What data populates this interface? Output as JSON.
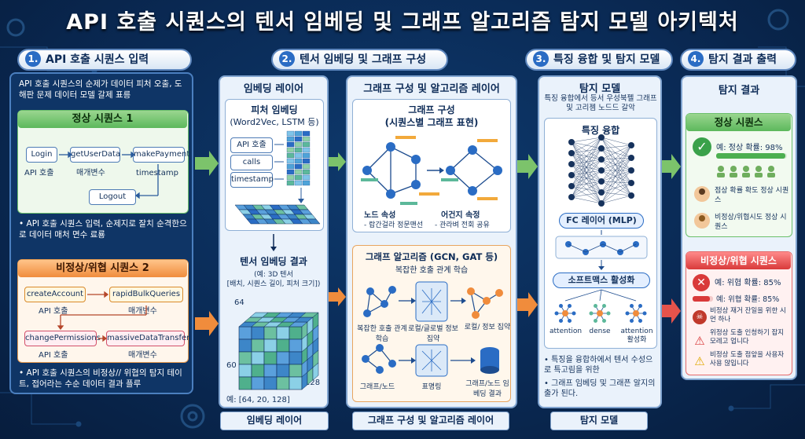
{
  "title": "API 호출 시퀀스의 텐서 임베딩 및 그래프 알고리즘 탐지 모델 아키텍처",
  "steps": [
    {
      "num": "1.",
      "label": "API 호출 시퀀스 입력"
    },
    {
      "num": "2.",
      "label": "텐서 임베딩 및 그래프 구성"
    },
    {
      "num": "3.",
      "label": "특징 융합 및 탐지 모델"
    },
    {
      "num": "4.",
      "label": "탐지 결과 출력"
    }
  ],
  "input": {
    "desc": "API 호출 시퀀스의 순제가 데이터 피처 오출, 도해판 문제 데이터 모델 갈제 표릉",
    "normal": {
      "title": "정상 시퀀스 1",
      "calls": [
        "Login",
        "getUserData",
        "makePayment",
        "Logout"
      ],
      "labels": [
        "API 호출",
        "매개변수",
        "timestamp"
      ],
      "bullet": "API 호출 시퀀스 입력, 순제지로 잘치 순격한으로 데이터 매처 면수 료룡"
    },
    "threat": {
      "title": "비정상/위협 시퀀스 2",
      "calls": [
        "createAccount",
        "rapidBulkQueries",
        "changePermissions",
        "massiveDataTransfer"
      ],
      "labels": [
        "API 호출",
        "매개변수",
        "API 호출",
        "매개변수"
      ],
      "bullet": "API 호출 시퀀스의 비정상//  위협의 탐지 테이트, 접어라는 수순 데이터 결과 플루"
    }
  },
  "embedding": {
    "header": "임베딩 레이어",
    "feature_title": "피처 임베딩",
    "feature_sub": "(Word2Vec, LSTM 등)",
    "features": [
      "API 호출",
      "calls",
      "timestamp"
    ],
    "result_title": "텐서 임베딩 결과",
    "result_sub1": "(예: 3D 텐서",
    "result_sub2": "[배치, 시퀀스 길이, 피처 크기])",
    "dim_a": "64",
    "dim_b": "60",
    "dim_c": "128",
    "example": "예: [64, 20, 128]",
    "footer": "임베딩 레이어"
  },
  "graph": {
    "header": "그래프 구성 및 알고리즘 레이어",
    "construct_title": "그래프 구성",
    "construct_sub": "(시퀀스별 그래프 표현)",
    "node_attr": "노드 속성",
    "node_attr_sub": "- 랍간걸라 정문맨선",
    "edge_attr": "어건지 속정",
    "edge_attr_sub": "- 관라벼 전회 공유",
    "algo_title": "그래프 알고리즘 (GCN, GAT 등)",
    "algo_sub": "복잡한 호출 관계 학습",
    "algo_labels": [
      "복잡한 호출 관계 학습",
      "로컬/글로벌 정보 집약",
      "로컬/ 정보 집약",
      "그래프/노드",
      "표명링",
      "그래프/노드 임베딩 결과"
    ],
    "footer": "그래프 구성 및 알고리즘 레이어"
  },
  "detect": {
    "header": "탐지 모델",
    "desc": "특징 융합에서 등서 우성북펠 그래프 및 고리젬 노드드 갈악",
    "fusion": "특징 융합",
    "fc": "FC 레이어 (MLP)",
    "softmax": "소프트맥스 활성화",
    "heads": [
      "attention",
      "dense",
      "attention 활성화"
    ],
    "bullets": [
      "특징을 융합하에서 텐서 수성으로 특고림을 위한",
      "그래프 임베딩 및 그래픈 알지의 출가 된다."
    ],
    "footer": "탐지 모델"
  },
  "result": {
    "header": "탐지 결과",
    "normal_title": "정상 시퀀스",
    "normal_prob": "예: 정상 확률: 98%",
    "normal_prob_value": 0.98,
    "normal_notes": [
      "점상 확률 확도 정상 시퀀스",
      "비정상/위협시도 정상 시퀀스"
    ],
    "threat_title": "비정상/위협 시퀀스",
    "threat_prob": "예: 위협 확률: 85%",
    "threat_prob2": "예: 위협 확률: 85%",
    "threat_prob_value": 0.85,
    "threat_notes": [
      "비정상 재거 잔일을 위한 시먼 하나",
      "위정상 도출 인청하기 잡지 모레고 업니다",
      "비정상 도출 점앞을 사용자 사용 않입니다"
    ]
  },
  "colors": {
    "accent": "#2a6cc4",
    "normal": "#5cb85c",
    "threat": "#d93a3a",
    "warn": "#f08c3c"
  }
}
